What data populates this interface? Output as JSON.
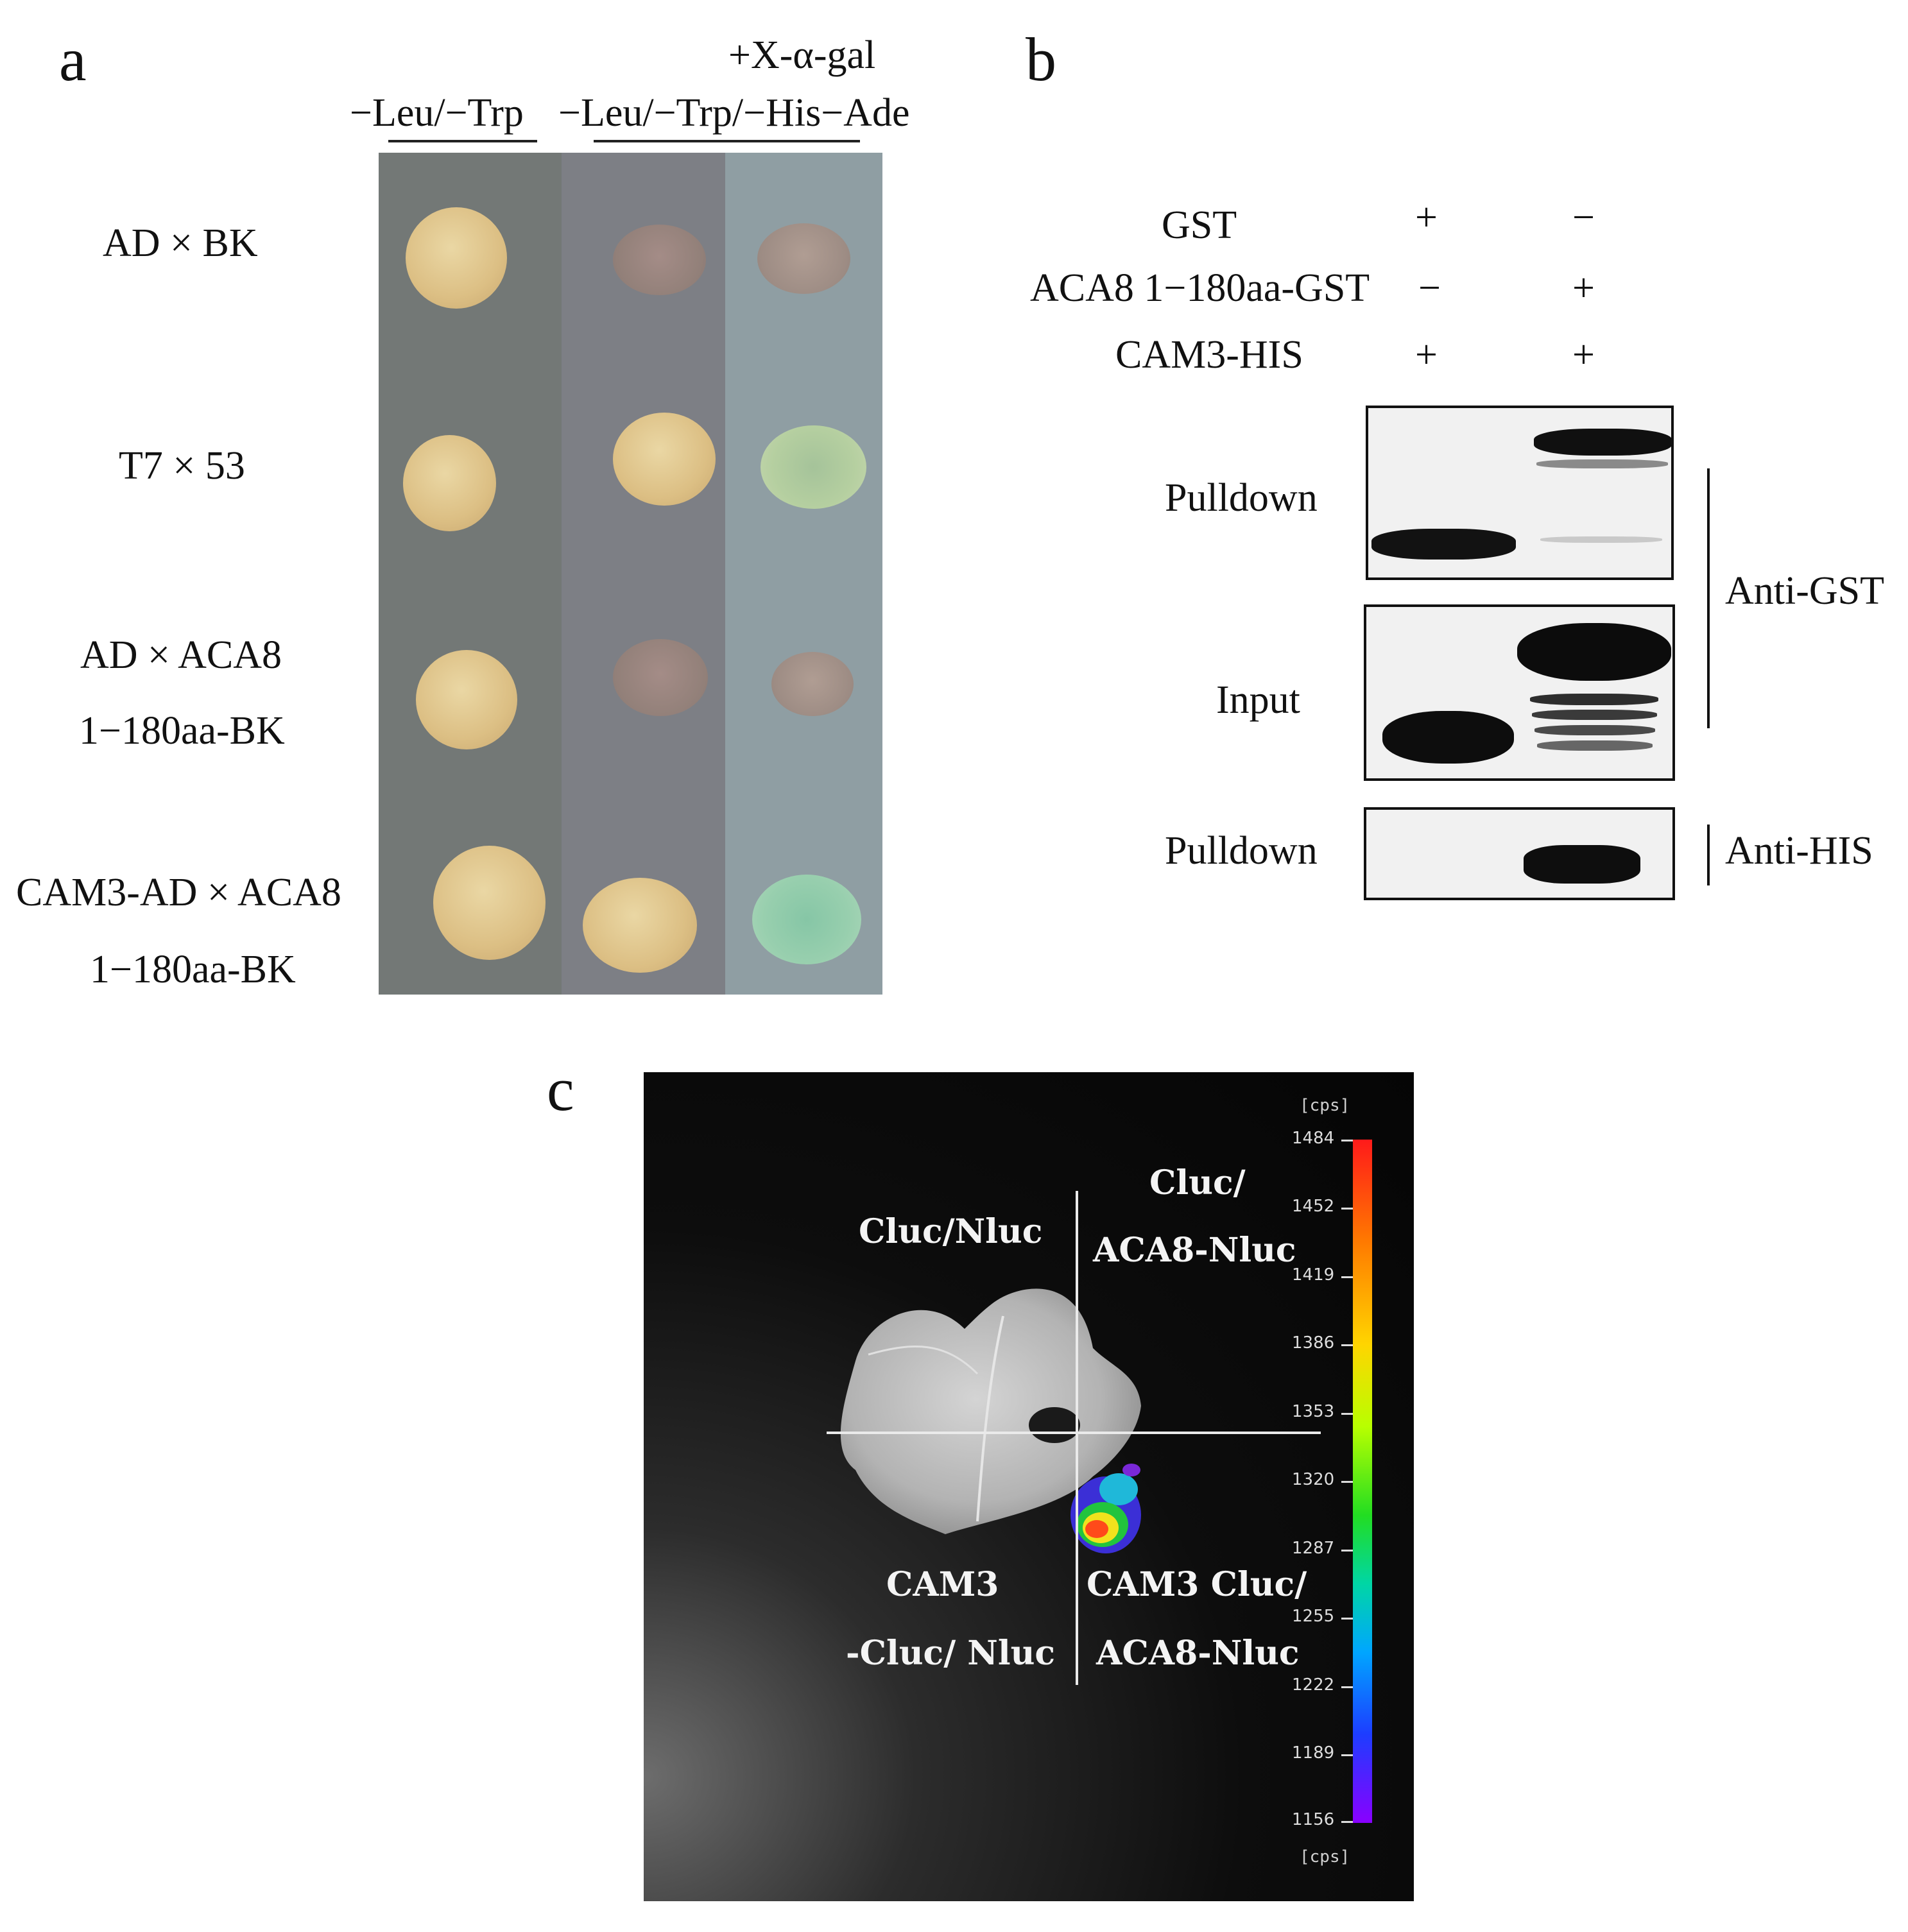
{
  "panel_a": {
    "label": "a",
    "media_top": "+X-α-gal",
    "media_left": "−Leu/−Trp",
    "media_right": "−Leu/−Trp/−His−Ade",
    "rows": [
      {
        "line1": "AD × BK",
        "line2": ""
      },
      {
        "line1": "T7 × 53",
        "line2": ""
      },
      {
        "line1": "AD × ACA8",
        "line2": "1−180aa-BK"
      },
      {
        "line1": "CAM3-AD × ACA8",
        "line2": "1−180aa-BK"
      }
    ]
  },
  "panel_b": {
    "label": "b",
    "conditions": [
      {
        "name": "GST",
        "lane1": "+",
        "lane2": "−"
      },
      {
        "name": "ACA8 1−180aa-GST",
        "lane1": "−",
        "lane2": "+"
      },
      {
        "name": "CAM3-HIS",
        "lane1": "+",
        "lane2": "+"
      }
    ],
    "blot_labels": [
      "Pulldown",
      "Input",
      "Pulldown"
    ],
    "antibodies": [
      "Anti-GST",
      "Anti-HIS"
    ]
  },
  "panel_c": {
    "label": "c",
    "quadrants": {
      "top_left": "Cluc/Nluc",
      "top_right_1": "Cluc/",
      "top_right_2": "ACA8-Nluc",
      "bottom_left_1": "CAM3",
      "bottom_left_2": "-Cluc/ Nluc",
      "bottom_right_1": "CAM3 Cluc/",
      "bottom_right_2": "ACA8-Nluc"
    },
    "scale_unit": "[cps]",
    "scale_ticks": [
      "1484",
      "1452",
      "1419",
      "1386",
      "1353",
      "1320",
      "1287",
      "1255",
      "1222",
      "1189",
      "1156"
    ]
  }
}
